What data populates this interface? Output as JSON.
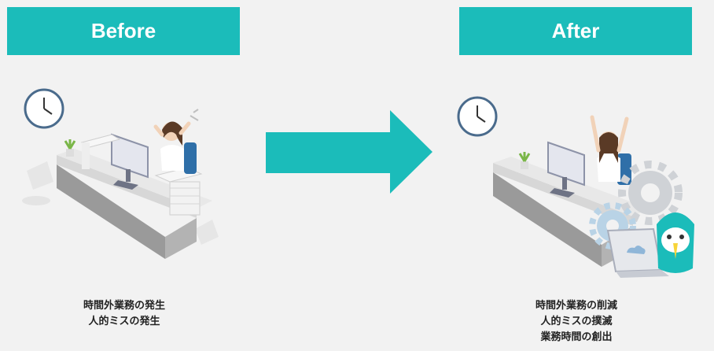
{
  "before": {
    "label": "Before",
    "caption": [
      "時間外業務の発生",
      "人的ミスの発生"
    ]
  },
  "after": {
    "label": "After",
    "caption": [
      "時間外業務の削減",
      "人的ミスの撲滅",
      "業務時間の創出"
    ]
  },
  "colors": {
    "accent": "#1bbcba",
    "background": "#f2f2f2",
    "clock_ring": "#4a6b8c"
  }
}
